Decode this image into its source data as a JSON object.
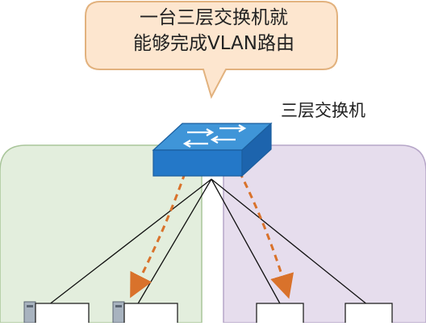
{
  "callout": {
    "line1": "一台三层交换机就",
    "line2": "能够完成VLAN路由"
  },
  "switch": {
    "label": "三层交换机",
    "icon": "layer3-switch-icon"
  },
  "zones": {
    "left_color": "#e3eedd",
    "right_color": "#e6dded"
  },
  "colors": {
    "callout_fill": "#fde6cf",
    "callout_border": "#e2b27e",
    "switch_top": "#3f95d8",
    "switch_front": "#2478c8",
    "route_arrow": "#d9722b",
    "link_line": "#111111"
  }
}
